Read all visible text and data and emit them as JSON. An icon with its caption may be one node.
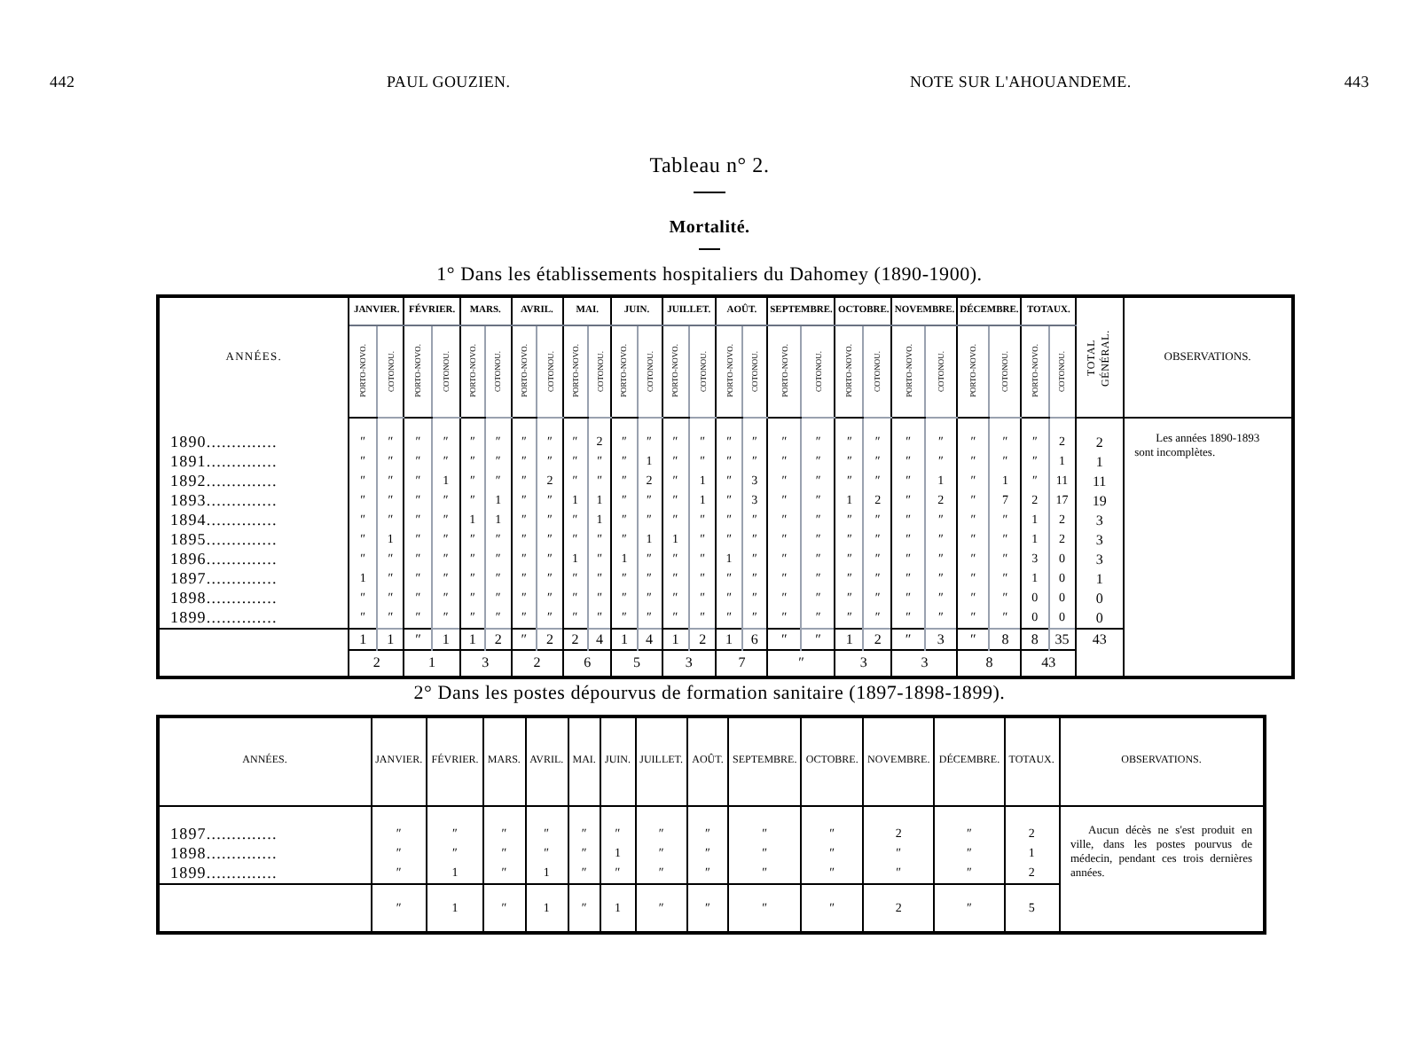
{
  "diagram": {
    "title": "Tableau n° 2.",
    "labels": [
      "442",
      "PAUL GOUZIEN.",
      "NOTE SUR L'AHOUANDEME.",
      "443",
      "Mortalité.",
      "1° Dans les établissements hospitaliers du Dahomey (1890-1900).",
      "ANNÉES.",
      "JANVIER.",
      "FÉVRIER.",
      "MARS.",
      "AVRIL.",
      "MAI.",
      "JUIN.",
      "JUILLET.",
      "AOÛT.",
      "SEPTEMBRE.",
      "OCTOBRE.",
      "NOVEMBRE.",
      "DÉCEMBRE.",
      "TOTAUX.",
      "TOTAL GÉNÉRAL.",
      "OBSERVATIONS.",
      "PORTO-NOVO.",
      "COTONOU.",
      "PORTO-NOVO.",
      "COTONOU.",
      "PORTO-NOVO.",
      "COTONOU.",
      "PORTO-NOVO.",
      "COTONOU.",
      "PORTO-NOVO.",
      "COTONOU.",
      "PORTO-NOVO.",
      "COTONOU.",
      "PORTO-NOVO.",
      "COTONOU.",
      "PORTO-NOVO.",
      "COTONOU.",
      "PORTO-NOVO.",
      "COTONOU.",
      "PORTO-NOVO.",
      "COTONOU.",
      "PORTO-NOVO.",
      "COTONOU.",
      "PORTO-NOVO.",
      "COTONOU.",
      "PORTO-NOVO.",
      "COTONOU.",
      "1890..............",
      "″",
      "″",
      "″",
      "″",
      "″",
      "″",
      "″",
      "″",
      "″",
      "2",
      "″",
      "″",
      "″",
      "″",
      "″",
      "″",
      "″",
      "″",
      "″",
      "″",
      "″",
      "″",
      "″",
      "″",
      "″",
      "2",
      "2",
      "1891..............",
      "″",
      "″",
      "″",
      "″",
      "″",
      "″",
      "″",
      "″",
      "″",
      "″",
      "″",
      "1",
      "″",
      "″",
      "″",
      "″",
      "″",
      "″",
      "″",
      "″",
      "″",
      "″",
      "″",
      "″",
      "″",
      "1",
      "1",
      "1892..............",
      "″",
      "″",
      "″",
      "1",
      "″",
      "″",
      "″",
      "2",
      "″",
      "″",
      "″",
      "2",
      "″",
      "1",
      "″",
      "3",
      "″",
      "″",
      "″",
      "″",
      "″",
      "1",
      "″",
      "1",
      "″",
      "11",
      "11",
      "1893..............",
      "″",
      "″",
      "″",
      "″",
      "″",
      "1",
      "″",
      "″",
      "1",
      "1",
      "″",
      "″",
      "″",
      "1",
      "″",
      "3",
      "″",
      "″",
      "1",
      "2",
      "″",
      "2",
      "″",
      "7",
      "2",
      "17",
      "19",
      "1894..............",
      "″",
      "″",
      "″",
      "″",
      "1",
      "1",
      "″",
      "″",
      "″",
      "1",
      "″",
      "″",
      "″",
      "″",
      "″",
      "″",
      "″",
      "″",
      "″",
      "″",
      "″",
      "″",
      "″",
      "″",
      "1",
      "2",
      "3",
      "1895..............",
      "″",
      "1",
      "″",
      "″",
      "″",
      "″",
      "″",
      "″",
      "″",
      "″",
      "″",
      "1",
      "1",
      "″",
      "″",
      "″",
      "″",
      "″",
      "″",
      "″",
      "″",
      "″",
      "″",
      "″",
      "1",
      "2",
      "3",
      "1896..............",
      "″",
      "″",
      "″",
      "″",
      "″",
      "″",
      "″",
      "″",
      "1",
      "″",
      "1",
      "″",
      "″",
      "″",
      "1",
      "″",
      "″",
      "″",
      "″",
      "″",
      "″",
      "″",
      "″",
      "″",
      "3",
      "0",
      "3",
      "1897..............",
      "1",
      "″",
      "″",
      "″",
      "″",
      "″",
      "″",
      "″",
      "″",
      "″",
      "″",
      "″",
      "″",
      "″",
      "″",
      "″",
      "″",
      "″",
      "″",
      "″",
      "″",
      "″",
      "″",
      "″",
      "1",
      "0",
      "1",
      "1898..............",
      "″",
      "″",
      "″",
      "″",
      "″",
      "″",
      "″",
      "″",
      "″",
      "″",
      "″",
      "″",
      "″",
      "″",
      "″",
      "″",
      "″",
      "″",
      "″",
      "″",
      "″",
      "″",
      "″",
      "″",
      "0",
      "0",
      "0",
      "1899..............",
      "″",
      "″",
      "″",
      "″",
      "″",
      "″",
      "″",
      "″",
      "″",
      "″",
      "″",
      "″",
      "″",
      "″",
      "″",
      "″",
      "″",
      "″",
      "″",
      "″",
      "″",
      "″",
      "″",
      "″",
      "0",
      "0",
      "0",
      "Les années 1890-1893 sont incomplètes.",
      "1",
      "1",
      "″",
      "1",
      "1",
      "2",
      "″",
      "2",
      "2",
      "4",
      "1",
      "4",
      "1",
      "2",
      "1",
      "6",
      "″",
      "″",
      "1",
      "2",
      "″",
      "3",
      "″",
      "8",
      "8",
      "35",
      "43",
      "2",
      "1",
      "3",
      "2",
      "6",
      "5",
      "3",
      "7",
      "″",
      "3",
      "3",
      "8",
      "43",
      "2° Dans les postes dépourvus de formation sanitaire (1897-1898-1899).",
      "ANNÉES.",
      "JANVIER.",
      "FÉVRIER.",
      "MARS.",
      "AVRIL.",
      "MAI.",
      "JUIN.",
      "JUILLET.",
      "AOÛT.",
      "SEPTEMBRE.",
      "OCTOBRE.",
      "NOVEMBRE.",
      "DÉCEMBRE.",
      "TOTAUX.",
      "OBSERVATIONS.",
      "1897..............",
      "″",
      "″",
      "″",
      "″",
      "″",
      "″",
      "″",
      "″",
      "″",
      "″",
      "2",
      "″",
      "2",
      "1898..............",
      "″",
      "″",
      "″",
      "″",
      "″",
      "1",
      "″",
      "″",
      "″",
      "″",
      "″",
      "″",
      "1",
      "1899..............",
      "″",
      "1",
      "″",
      "1",
      "″",
      "″",
      "″",
      "″",
      "″",
      "″",
      "″",
      "″",
      "2",
      "Aucun décès ne s'est produit en ville, dans les postes pourvus de médecin, pendant ces trois dernières années.",
      "″",
      "1",
      "″",
      "1",
      "″",
      "1",
      "″",
      "″",
      "″",
      "″",
      "2",
      "″",
      "5"
    ]
  }
}
